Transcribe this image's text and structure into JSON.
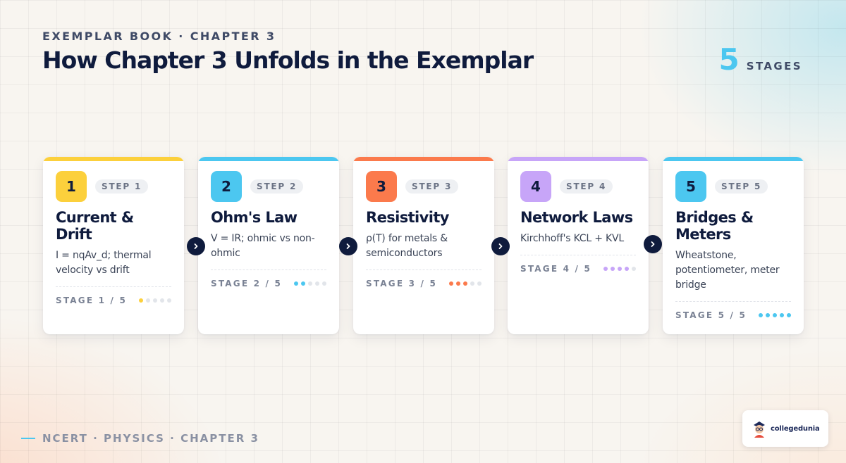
{
  "header": {
    "eyebrow": "EXEMPLAR BOOK · CHAPTER 3",
    "title": "How Chapter 3 Unfolds in the Exemplar",
    "stage_count": "5",
    "stage_label": "STAGES"
  },
  "colors": {
    "navy": "#0f1b3d",
    "accent_blue": "#4cc7f0",
    "dot_inactive": "#e2e5ea"
  },
  "steps": [
    {
      "number": "1",
      "pill": "STEP 1",
      "title": "Current & Drift",
      "description": "I = nqAv_d; thermal velocity vs drift",
      "stage": "STAGE 1 / 5",
      "progress": 1,
      "color": "#fcd03c"
    },
    {
      "number": "2",
      "pill": "STEP 2",
      "title": "Ohm's Law",
      "description": "V = IR; ohmic vs non-ohmic",
      "stage": "STAGE 2 / 5",
      "progress": 2,
      "color": "#4cc7f0"
    },
    {
      "number": "3",
      "pill": "STEP 3",
      "title": "Resistivity",
      "description": "ρ(T) for metals & semiconductors",
      "stage": "STAGE 3 / 5",
      "progress": 3,
      "color": "#fb7a4c"
    },
    {
      "number": "4",
      "pill": "STEP 4",
      "title": "Network Laws",
      "description": "Kirchhoff's KCL + KVL",
      "stage": "STAGE 4 / 5",
      "progress": 4,
      "color": "#c7a5f8"
    },
    {
      "number": "5",
      "pill": "STEP 5",
      "title": "Bridges & Meters",
      "description": "Wheatstone, potentiometer, meter bridge",
      "stage": "STAGE 5 / 5",
      "progress": 5,
      "color": "#4cc7f0"
    }
  ],
  "total_stages": 5,
  "connector_icon": "chevron-right-icon",
  "footer": {
    "text": "NCERT · PHYSICS · CHAPTER 3"
  },
  "logo": {
    "text": "collegedunia"
  }
}
